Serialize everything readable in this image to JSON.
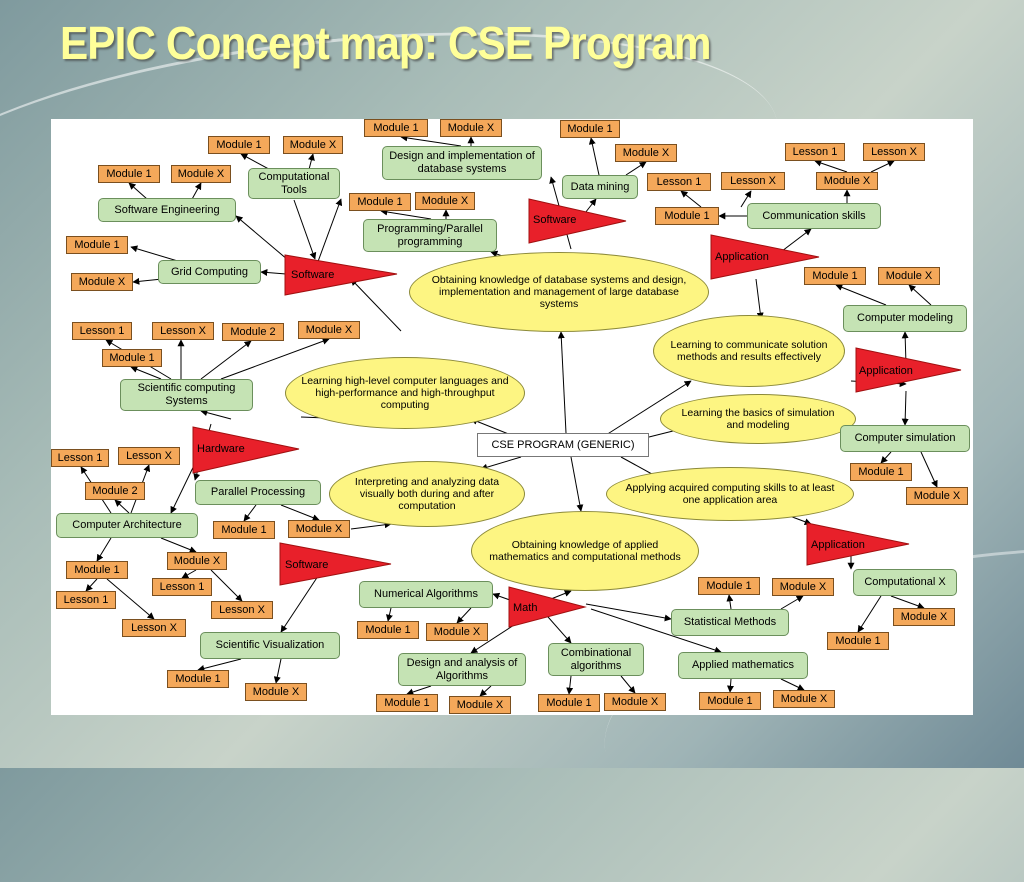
{
  "title": "EPIC Concept map: CSE Program",
  "center": "CSE PROGRAM (GENERIC)",
  "ovals": {
    "db_knowledge": "Obtaining knowledge of database systems and design, implementation and management of large database systems",
    "hl_languages": "Learning high-level computer languages and high-performance and high-throughput computing",
    "communicate": "Learning to communicate solution methods and results effectively",
    "simulation": "Learning the basics of simulation and modeling",
    "interpreting": "Interpreting and analyzing data visually both during and after computation",
    "applying": "Applying acquired computing skills to at least one application area",
    "applied_math": "Obtaining knowledge of applied mathematics and computational methods"
  },
  "triangles": {
    "software_left": "Software",
    "software_top": "Software",
    "application_top": "Application",
    "application_right": "Application",
    "hardware": "Hardware",
    "software_bottom": "Software",
    "math": "Math",
    "application_bottom": "Application"
  },
  "green": {
    "computational_tools": "Computational Tools",
    "software_engineering": "Software Engineering",
    "grid_computing": "Grid Computing",
    "design_impl_db": "Design and implementation of database systems",
    "data_mining": "Data mining",
    "programming_parallel": "Programming/Parallel programming",
    "communication_skills": "Communication skills",
    "computer_modeling": "Computer modeling",
    "scientific_computing_systems": "Scientific computing Systems",
    "computer_simulation": "Computer simulation",
    "parallel_processing": "Parallel Processing",
    "computer_architecture": "Computer Architecture",
    "numerical_algorithms": "Numerical Algorithms",
    "statistical_methods": "Statistical Methods",
    "computational_x": "Computational X",
    "scientific_visualization": "Scientific Visualization",
    "design_analysis_algorithms": "Design and analysis of Algorithms",
    "combinational_algorithms": "Combinational algorithms",
    "applied_mathematics": "Applied mathematics"
  },
  "orange": {
    "ct_m1": "Module 1",
    "ct_mx": "Module X",
    "se_m1": "Module 1",
    "se_mx": "Module X",
    "gc_m1": "Module 1",
    "gc_mx": "Module X",
    "db_m1": "Module 1",
    "db_mx": "Module X",
    "dm_m1": "Module 1",
    "dm_mx": "Module X",
    "pp_m1": "Module 1",
    "pp_mx": "Module X",
    "cs_l1": "Lesson 1",
    "cs_lx": "Lesson X",
    "cs_mx": "Module X",
    "cs_l1b": "Lesson 1",
    "cs_lxb": "Lesson X",
    "cs_m1": "Module 1",
    "cm_m1": "Module 1",
    "cm_mx": "Module X",
    "scs_l1": "Lesson 1",
    "scs_lx": "Lesson X",
    "scs_m2": "Module 2",
    "scs_mx": "Module X",
    "scs_m1": "Module 1",
    "csim_m1": "Module 1",
    "csim_mx": "Module X",
    "ca_l1": "Lesson 1",
    "ca_lx": "Lesson X",
    "ca_m2": "Module 2",
    "ppr_m1": "Module 1",
    "ppr_mx": "Module X",
    "ca_m1": "Module 1",
    "ca_l1b": "Lesson 1",
    "ca_lxb": "Lesson X",
    "ca_mx": "Module X",
    "ca_l1c": "Lesson 1",
    "ca_lxc": "Lesson X",
    "na_m1": "Module 1",
    "na_mx": "Module X",
    "sm_m1": "Module 1",
    "sm_mx": "Module X",
    "cx_mx": "Module X",
    "cx_m1": "Module 1",
    "sv_m1": "Module 1",
    "sv_mx": "Module X",
    "daa_m1": "Module 1",
    "daa_mx": "Module X",
    "ca2_m1": "Module 1",
    "ca2_mx": "Module X",
    "am_m1": "Module 1",
    "am_mx": "Module X"
  },
  "colors": {
    "module_box": "#f4a85a",
    "topic_box": "#c5e3b4",
    "goal_oval": "#fdf582",
    "category_triangle": "#e8202a",
    "title": "#ffff99"
  }
}
